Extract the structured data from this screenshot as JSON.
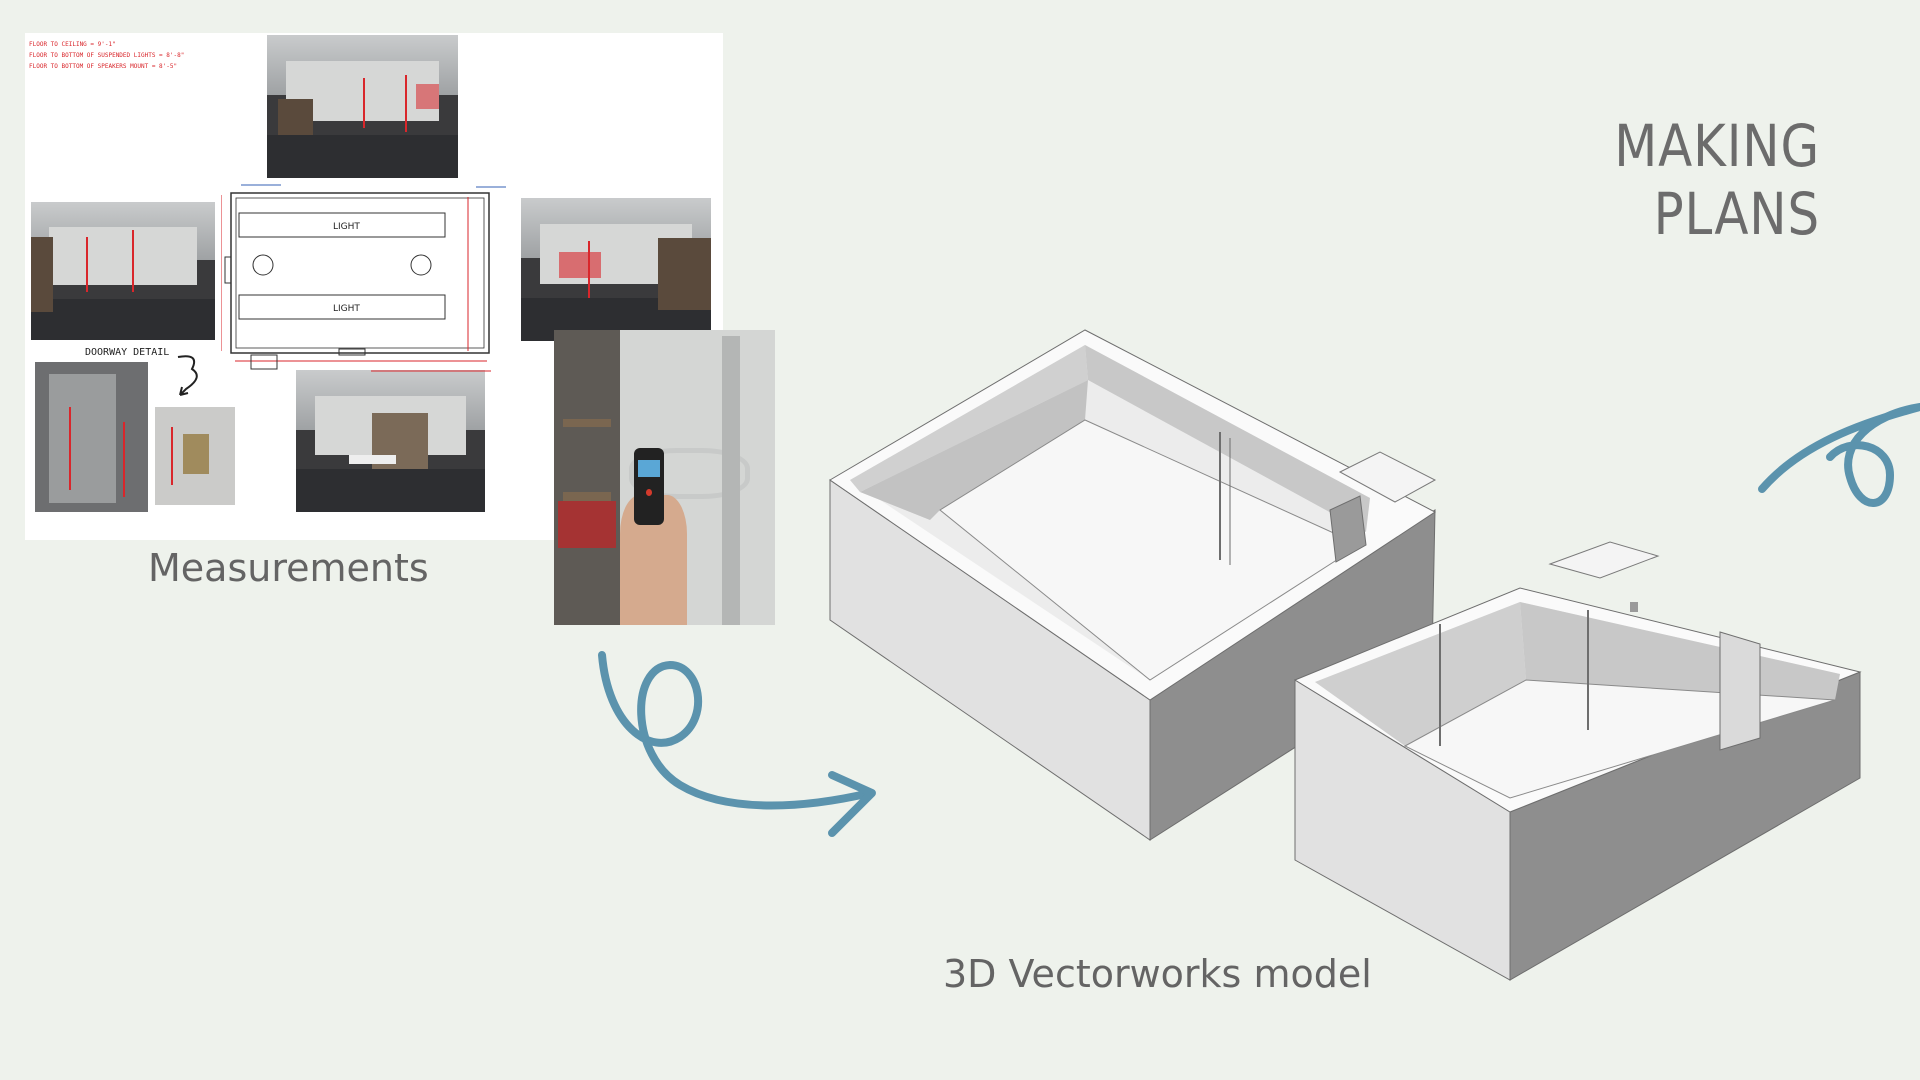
{
  "slide": {
    "title": "MAKING PLANS",
    "caption_measurements": "Measurements",
    "caption_model": "3D Vectorworks model"
  },
  "floorplan": {
    "light_top": "LIGHT",
    "light_bottom": "LIGHT"
  },
  "notes": {
    "line1": "FLOOR TO CEILING = 9'-1\"",
    "line2": "FLOOR TO BOTTOM OF SUSPENDED LIGHTS = 8'-8\"",
    "line3": "FLOOR TO BOTTOM OF SPEAKERS MOUNT = 8'-5\""
  },
  "doorway_label": "DOORWAY DETAIL",
  "colors": {
    "background": "#eef2ec",
    "accent_arrow": "#5b93ad",
    "title": "#6c6c6c"
  }
}
